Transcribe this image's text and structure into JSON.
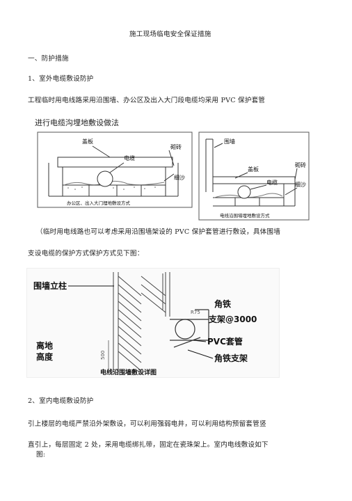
{
  "doc": {
    "title": "施工现场临电安全保证措施",
    "section1": "一、防护措施",
    "sub1": "1、室外电缆敷设防护",
    "para1": "工程临时用电线路采用沿围墙、办公区及出入大门段电缆均采用 PVC 保护套管",
    "para2_line1": "（临时用电线路也可以考虑采用沿围墙架设的 PVC 保护套管进行敷设，具体围墙",
    "para2_line2": "支设电缆的保护方式保护方式见下图：",
    "sub2": "2、室内电缆敷设防护",
    "para3": "引上楼层的电缆严禁沿外架敷设，可以利用强弱电井，可以利用结构预留套管竖",
    "para4_line1": "直引上，每层固定  2  处，采用电缆绑扎带，固定在瓷珠架上。室内电线敷设如下",
    "para4_line2": "图:"
  },
  "figure1": {
    "heading": "进行电缆沟埋地敷设做法",
    "left": {
      "cover": "盖板",
      "cable": "电缆",
      "brick": "砌砖",
      "sand": "细沙",
      "caption": "办公区、出入大门埋地敷设方式"
    },
    "right": {
      "wall": "围墙",
      "cover": "盖板",
      "cable": "电缆",
      "brick": "砌砖",
      "sand": "细沙",
      "caption": "电线沿围墙埋地敷设方式"
    }
  },
  "figure2": {
    "post": "围墙立柱",
    "angle": "角铁",
    "bracket": "支架@3000",
    "pvc": "PVC套管",
    "angle_bracket": "角铁支架",
    "height1": "离地",
    "height2": "高度",
    "dim_500": "500",
    "dim_r": "R75",
    "caption": "电线沿围墙敷设详图"
  }
}
